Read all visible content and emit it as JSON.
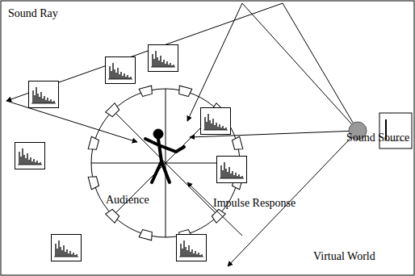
{
  "diagram": {
    "labels": [
      "Sound Ray",
      "Sound Source",
      "Audience",
      "Impulse Response",
      "Virtual World"
    ]
  }
}
